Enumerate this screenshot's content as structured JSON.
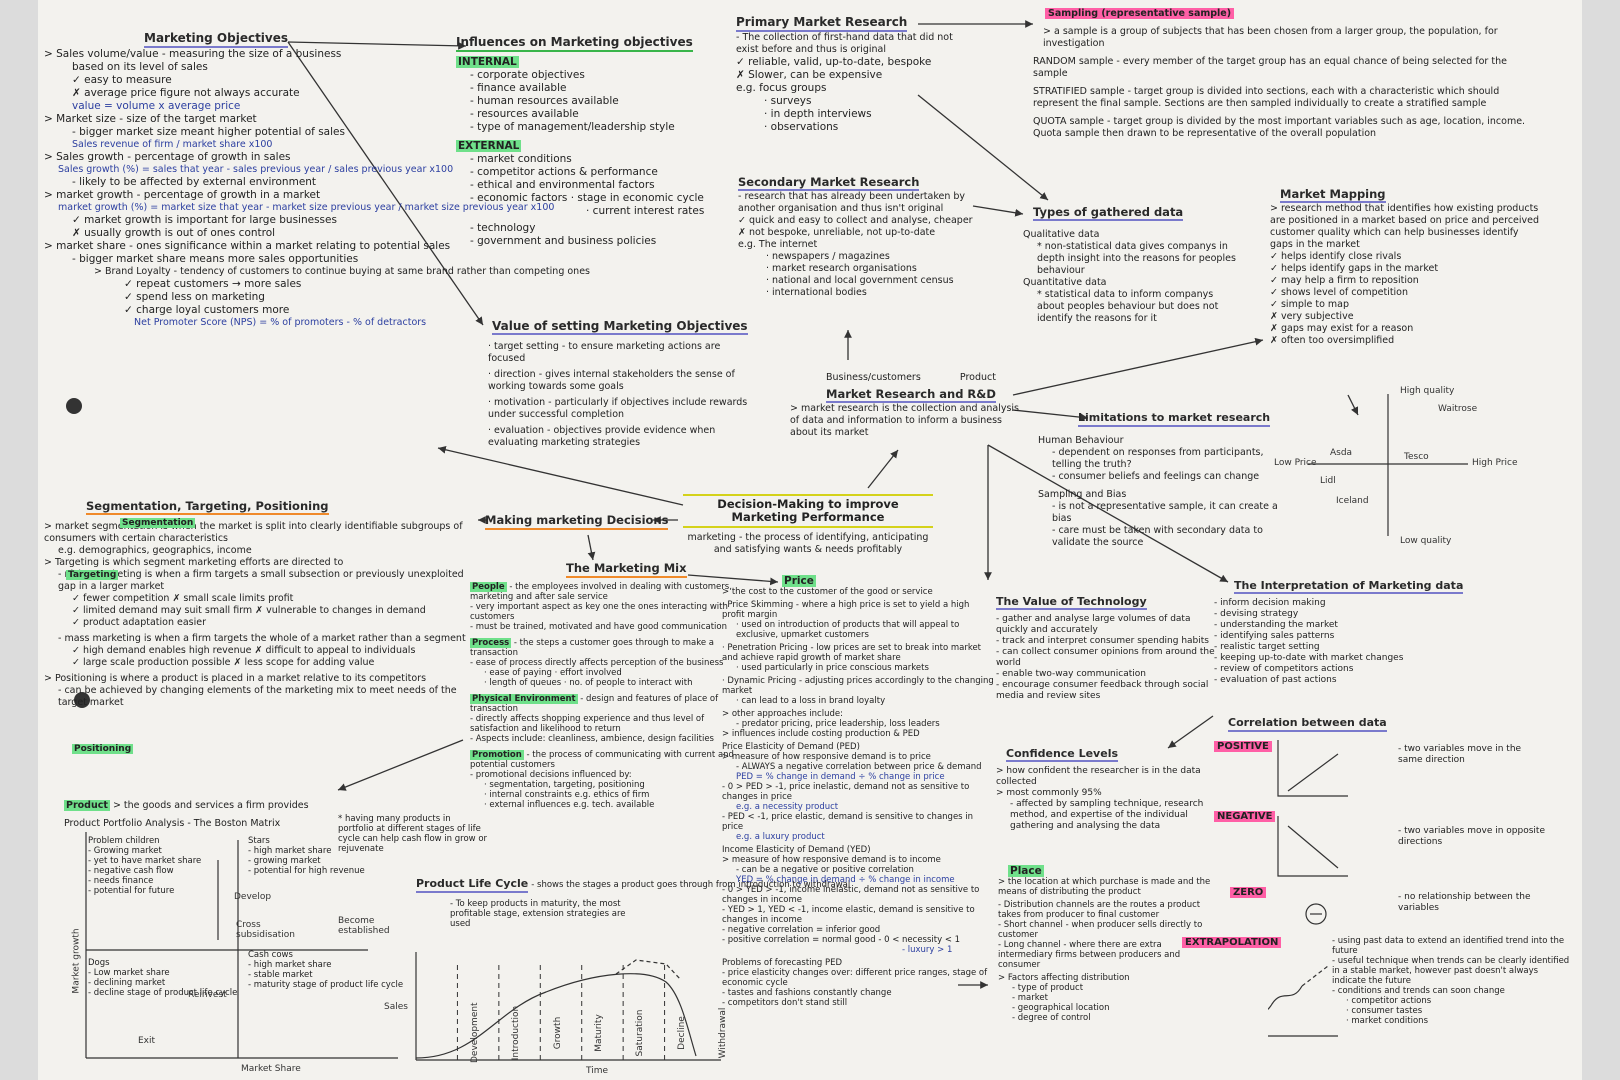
{
  "marketing_objectives": {
    "title": "Marketing Objectives",
    "lines": [
      "> Sales volume/value - measuring the size of a business",
      "based on its level of sales",
      "✓ easy to measure",
      "✗ average price figure not always accurate",
      "value = volume x average price",
      "> Market size - size of the target market",
      "- bigger market size meant higher potential of sales",
      "Sales revenue of firm / market share x100",
      "> Sales growth - percentage of growth in sales",
      "Sales growth (%) = sales that year - sales previous year / sales previous year x100",
      "- likely to be affected by external environment",
      "> market growth - percentage of growth in a market",
      "market growth (%) = market size that year - market size previous year / market size previous year x100",
      "✓ market growth is important for large businesses",
      "✗ usually growth is out of ones control",
      "> market share - ones significance within a market relating to potential sales",
      "- bigger market share means more sales opportunities",
      "> Brand Loyalty - tendency of customers to continue buying at same brand rather than competing ones",
      "✓ repeat customers → more sales",
      "✓ spend less on marketing",
      "✓ charge loyal customers more",
      "Net Promoter Score (NPS) = % of promoters - % of detractors"
    ]
  },
  "influences": {
    "title": "Influences on Marketing objectives",
    "internal_label": "INTERNAL",
    "internal": [
      "- corporate objectives",
      "- finance available",
      "- human resources available",
      "- resources available",
      "- type of management/leadership style"
    ],
    "external_label": "EXTERNAL",
    "external": [
      "- market conditions",
      "- competitor actions & performance",
      "- ethical and environmental factors",
      "- economic factors · stage in economic cycle",
      "· current interest rates",
      "- technology",
      "- government and business policies"
    ]
  },
  "value_objectives": {
    "title": "Value of setting Marketing Objectives",
    "lines": [
      "· target setting - to ensure marketing actions are focused",
      "· direction - gives internal stakeholders the sense of working towards some goals",
      "· motivation - particularly if objectives include rewards under successful completion",
      "· evaluation - objectives provide evidence when evaluating marketing strategies"
    ]
  },
  "primary_research": {
    "title": "Primary Market Research",
    "lines": [
      "- The collection of first-hand data that did not exist before and thus is original",
      "✓ reliable, valid, up-to-date, bespoke",
      "✗ Slower, can be expensive",
      "e.g. focus groups",
      "· surveys",
      "· in depth interviews",
      "· observations"
    ]
  },
  "sampling": {
    "title": "Sampling (representative sample)",
    "lines": [
      "> a sample is a group of subjects that has been chosen from a larger group, the population, for investigation",
      "RANDOM sample - every member of the target group has an equal chance of being selected for the sample",
      "STRATIFIED sample - target group is divided into sections, each with a characteristic which should represent the final sample. Sections are then sampled individually to create a stratified sample",
      "QUOTA sample - target group is divided by the most important variables such as age, location, income. Quota sample then drawn to be representative of the overall population"
    ]
  },
  "secondary_research": {
    "title": "Secondary Market Research",
    "lines": [
      "- research that has already been undertaken by another organisation and thus isn't original",
      "✓ quick and easy to collect and analyse, cheaper",
      "✗ not bespoke, unreliable, not up-to-date",
      "e.g. The internet",
      "· newspapers / magazines",
      "· market research organisations",
      "· national and local government census",
      "· international bodies"
    ]
  },
  "types_data": {
    "title": "Types of gathered data",
    "lines": [
      "Qualitative data",
      "* non-statistical data gives companys in depth insight into the reasons for peoples behaviour",
      "Quantitative data",
      "* statistical data to inform companys about peoples behaviour but does not identify the reasons for it"
    ]
  },
  "market_mapping": {
    "title": "Market Mapping",
    "lines": [
      "> research method that identifies how existing products are positioned in a market based on price and perceived customer quality which can help businesses identify gaps in the market",
      "✓ helps identify close rivals",
      "✓ helps identify gaps in the market",
      "✓ may help a firm to reposition",
      "✓ shows level of competition",
      "✓ simple to map",
      "✗ very subjective",
      "✗ gaps may exist for a reason",
      "✗ often too oversimplified"
    ],
    "map": {
      "high_quality": "High quality",
      "low_quality": "Low quality",
      "low_price": "Low Price",
      "high_price": "High Price",
      "brands": [
        "Waitrose",
        "Asda",
        "Tesco",
        "Lidl",
        "Iceland"
      ]
    }
  },
  "research_rd": {
    "business_label": "Business/customers",
    "product_label": "Product",
    "title": "Market Research and R&D",
    "desc": "> market research is the collection and analysis of data and information to inform a business about its market"
  },
  "limitations": {
    "title": "Limitations to market research",
    "lines": [
      "Human Behaviour",
      "- dependent on responses from participants, telling the truth?",
      "- consumer beliefs and feelings can change",
      "Sampling and Bias",
      "- is not a representative sample, it can create a bias",
      "- care must be taken with secondary data to validate the source"
    ]
  },
  "decision_making": {
    "title": "Decision-Making to improve Marketing Performance",
    "desc": "marketing - the process of identifying, anticipating and satisfying wants & needs profitably"
  },
  "making_decisions": {
    "title": "Making marketing Decisions"
  },
  "segmentation": {
    "title": "Segmentation, Targeting, Positioning",
    "seg_word": "Segmentation",
    "targeting_word": "Targeting",
    "positioning_word": "Positioning",
    "lines": [
      "> market segmentation is when the market is split into clearly identifiable subgroups of consumers with certain characteristics",
      "e.g. demographics, geographics, income",
      "> Targeting is which segment marketing efforts are directed to",
      "- niche marketing is when a firm targets a small subsection or previously unexploited gap in a larger market",
      "✓ fewer competition      ✗ small scale limits profit",
      "✓ limited demand may suit small firm  ✗ vulnerable to changes in demand",
      "✓ product adaptation easier",
      "- mass marketing is when a firm targets the whole of a market rather than a segment",
      "✓ high demand enables high revenue  ✗ difficult to appeal to individuals",
      "✓ large scale production possible  ✗ less scope for adding value",
      "> Positioning is where a product is placed in a market relative to its competitors",
      "- can be achieved by changing elements of the marketing mix to meet needs of the target market"
    ]
  },
  "product": {
    "label": "Product",
    "desc": "> the goods and services a firm provides",
    "portfolio": "Product Portfolio Analysis - The Boston Matrix",
    "note": "* having many products in portfolio at different stages of life cycle can help cash flow in grow or rejuvenate",
    "problem": [
      "Problem children",
      "- Growing market",
      "- yet to have market share",
      "- negative cash flow",
      "- needs finance",
      "- potential for future"
    ],
    "stars": [
      "Stars",
      "- high market share",
      "- growing market",
      "- potential for high revenue"
    ],
    "dogs": [
      "Dogs",
      "- Low market share",
      "- declining market",
      "- decline stage of product life cycle"
    ],
    "cows": [
      "Cash cows",
      "- high market share",
      "- stable market",
      "- maturity stage of product life cycle"
    ],
    "x_axis": "Market Share",
    "y_axis": "Market growth",
    "develop": "Develop",
    "cross_subsidisation": "Cross subsidisation",
    "become_established": "Become established",
    "reinvest": "Reinvest",
    "exit": "Exit"
  },
  "plc": {
    "title": "Product Life Cycle",
    "desc": "- shows the stages a product goes through from introduction to withdrawal",
    "note": "- To keep products in maturity, the most profitable stage, extension strategies are used",
    "stages": [
      "Development",
      "Introduction",
      "Growth",
      "Maturity",
      "Saturation",
      "Decline",
      "Withdrawal"
    ],
    "x_axis": "Time",
    "y_axis": "Sales"
  },
  "marketing_mix": {
    "title": "The Marketing Mix",
    "people_label": "People",
    "people": [
      "- the employees involved in dealing with customers, marketing and after sale service",
      "- very important aspect as key one the ones interacting with customers",
      "- must be trained, motivated and have good communication"
    ],
    "process_label": "Process",
    "process": [
      "- the steps a customer goes through to make a transaction",
      "- ease of process directly affects perception of the business",
      "· ease of paying   · effort involved",
      "· length of queues  · no. of people to interact with"
    ],
    "physical_label": "Physical Environment",
    "physical": [
      "- design and features of place of transaction",
      "- directly affects shopping experience and thus level of satisfaction and likelihood to return",
      "- Aspects include: cleanliness, ambience, design facilities"
    ],
    "promotion_label": "Promotion",
    "promotion": [
      "- the process of communicating with current and potential customers",
      "- promotional decisions influenced by:",
      "· segmentation, targeting, positioning",
      "· internal constraints e.g. ethics of firm",
      "· external influences e.g. tech. available"
    ]
  },
  "price": {
    "label": "Price",
    "lines": [
      "> the cost to the customer of the good or service",
      "· Price Skimming - where a high price is set to yield a high profit margin",
      "· used on introduction of products that will appeal to exclusive, upmarket customers",
      "· Penetration Pricing - low prices are set to break into market and achieve rapid growth of market share",
      "· used particularly in price conscious markets",
      "· Dynamic Pricing - adjusting prices accordingly to the changing market",
      "· can lead to a loss in brand loyalty",
      "> other approaches include:",
      "- predator pricing, price leadership, loss leaders",
      "> influences include costing production & PED",
      "Price Elasticity of Demand (PED)",
      "> measure of how responsive demand is to price",
      "- ALWAYS a negative correlation between price & demand",
      "PED = % change in demand ÷ % change in price",
      "- 0 > PED > -1, price inelastic, demand not as sensitive to changes in price",
      "e.g. a necessity product",
      "- PED < -1, price elastic, demand is sensitive to changes in price",
      "e.g. a luxury product",
      "Income Elasticity of Demand (YED)",
      "> measure of how responsive demand is to income",
      "- can be a negative or positive correlation",
      "YED = % change in demand ÷ % change in income",
      "- 0 > YED > -1, income inelastic, demand not as sensitive to changes in income",
      "- YED > 1, YED < -1, income elastic, demand is sensitive to changes in income",
      "- negative correlation = inferior good",
      "- positive correlation = normal good  - 0 < necessity < 1",
      "- luxury > 1",
      "Problems of forecasting PED",
      "- price elasticity changes over: different price ranges, stage of economic cycle",
      "- tastes and fashions constantly change",
      "- competitors don't stand still"
    ]
  },
  "technology": {
    "title": "The Value of Technology",
    "lines": [
      "- gather and analyse large volumes of data quickly and accurately",
      "- track and interpret consumer spending habits",
      "- can collect consumer opinions from around the world",
      "- enable two-way communication",
      "- encourage consumer feedback through social media and review sites"
    ]
  },
  "confidence": {
    "title": "Confidence Levels",
    "lines": [
      "> how confident the researcher is in the data collected",
      "> most commonly 95%",
      "- affected by sampling technique, research method, and expertise of the individual gathering and analysing the data"
    ]
  },
  "place": {
    "label": "Place",
    "lines": [
      "> the location at which purchase is made and the means of distributing the product",
      "- Distribution channels are the routes a product takes from producer to final customer",
      "- Short channel - when producer sells directly to customer",
      "- Long channel - where there are extra intermediary firms between producers and consumer",
      "> Factors affecting distribution",
      "- type of product",
      "- market",
      "- geographical location",
      "- degree of control"
    ]
  },
  "interpretation": {
    "title": "The Interpretation of Marketing data",
    "lines": [
      "- inform decision making",
      "- devising strategy",
      "- understanding the market",
      "- identifying sales patterns",
      "- realistic target setting",
      "- keeping up-to-date with market changes",
      "- review of competitors actions",
      "- evaluation of past actions"
    ],
    "correlation_title": "Correlation between data",
    "positive_label": "POSITIVE",
    "positive_desc": "- two variables move in the same direction",
    "negative_label": "NEGATIVE",
    "negative_desc": "- two variables move in opposite directions",
    "zero_label": "ZERO",
    "zero_desc": "- no relationship between the variables",
    "extrapolation_label": "EXTRAPOLATION",
    "extrapolation_lines": [
      "- using past data to extend an identified trend into the future",
      "- useful technique when trends can be clearly identified in a stable market, however past doesn't always indicate the future",
      "- conditions and trends can soon change",
      "· competitor actions",
      "· consumer tastes",
      "· market conditions"
    ]
  }
}
